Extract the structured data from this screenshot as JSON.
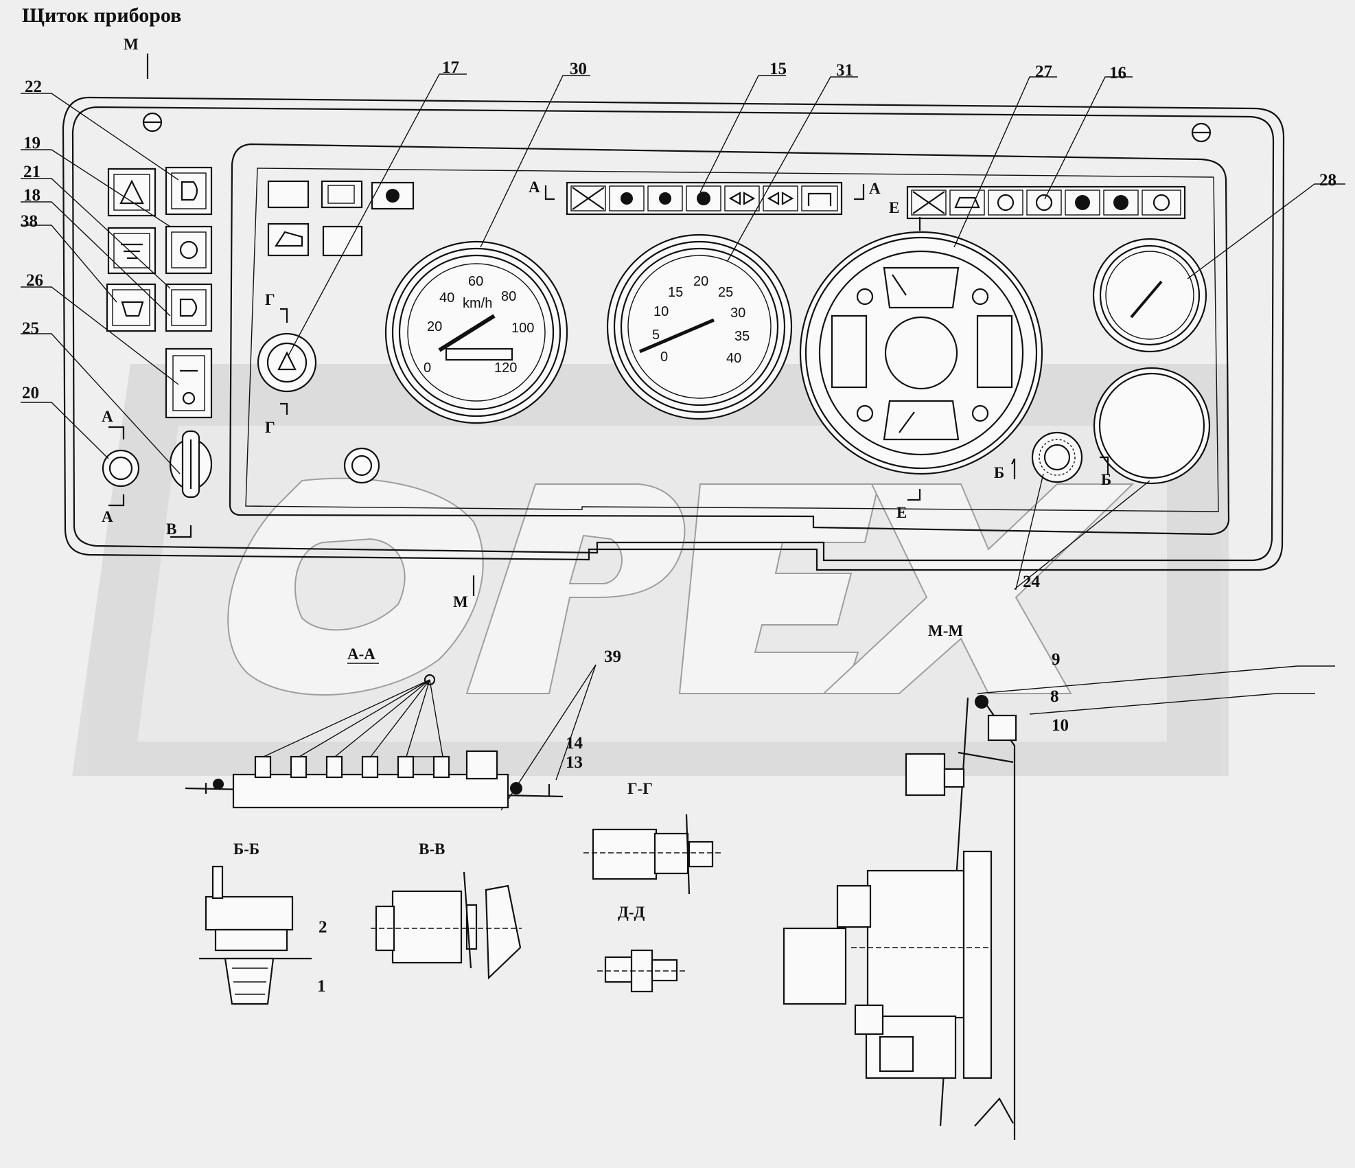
{
  "diagram": {
    "title": "Щиток приборов",
    "callouts": [
      "22",
      "19",
      "21",
      "18",
      "38",
      "26",
      "25",
      "20",
      "17",
      "30",
      "15",
      "31",
      "27",
      "16",
      "28",
      "24",
      "9",
      "8",
      "10",
      "14",
      "13",
      "39",
      "2",
      "1"
    ],
    "section_marks": {
      "A": "А",
      "B": "Б",
      "V": "В",
      "G": "Г",
      "E": "Е",
      "M": "М"
    },
    "section_titles": {
      "aa": "А-А",
      "bb": "Б-Б",
      "vv": "В-В",
      "gg": "Г-Г",
      "dd": "Д-Д",
      "mm": "М-М"
    },
    "speedometer": {
      "ticks": [
        "0",
        "20",
        "40",
        "60",
        "80",
        "100",
        "120"
      ],
      "unit": "km/h"
    },
    "tachometer": {
      "ticks": [
        "0",
        "5",
        "10",
        "15",
        "20",
        "25",
        "30",
        "35",
        "40"
      ]
    },
    "watermark": "OPEX"
  }
}
